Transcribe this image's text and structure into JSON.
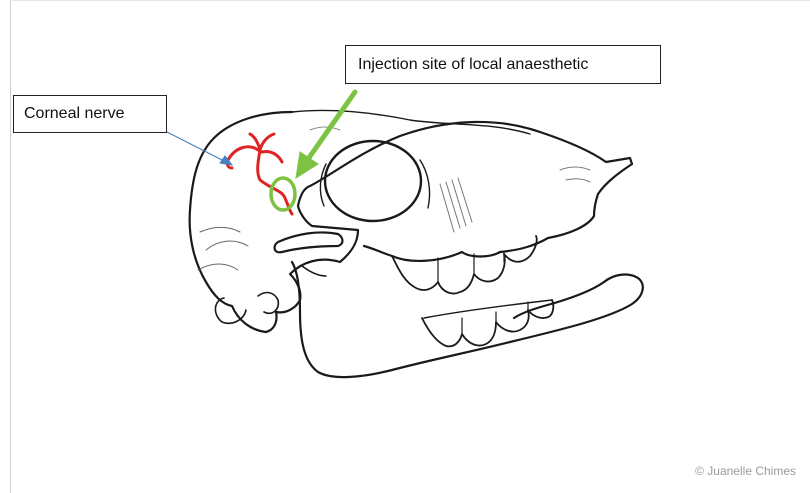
{
  "labels": {
    "injection_site": "Injection site of local anaesthetic",
    "corneal_nerve": "Corneal nerve"
  },
  "credit": "© Juanelle Chimes",
  "colors": {
    "nerve": "#e02424",
    "injection_marker": "#7dc242",
    "corneal_arrow": "#4a7fc0",
    "outline": "#1a1a1a"
  }
}
